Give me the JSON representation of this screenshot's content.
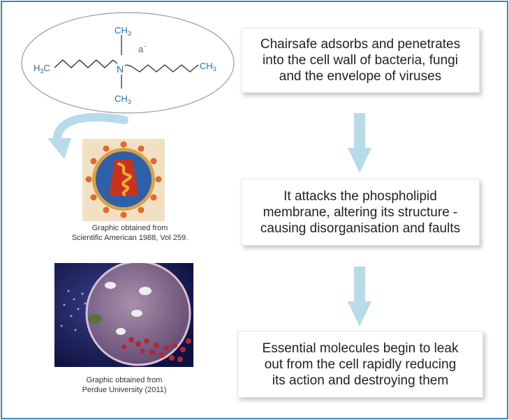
{
  "colors": {
    "frame": "#3d87c4",
    "arrow": "#b8dbea",
    "molecule": "#1e73b8",
    "ellipse_border": "#9a9a9a"
  },
  "molecule": {
    "ch3_top": "CH",
    "ch3_top_sub": "3",
    "anion": "a",
    "anion_charge": "-",
    "h3c_left_h": "H",
    "h3c_left_sub": "3",
    "h3c_left_c": "C",
    "nitrogen": "N",
    "nitrogen_charge": "+",
    "ch3_right": "CH",
    "ch3_right_sub": "3",
    "ch3_bottom": "CH",
    "ch3_bottom_sub": "3"
  },
  "steps": [
    {
      "text": "Chairsafe adsorbs and penetrates\ninto the cell wall of bacteria, fungi\nand the envelope of viruses"
    },
    {
      "text": "It attacks the phospholipid\nmembrane, altering its structure -\ncausing disorganisation and faults"
    },
    {
      "text": "Essential molecules begin to leak\nout from the cell rapidly reducing\nits action and destroying them"
    }
  ],
  "images": {
    "virus": {
      "caption": "Graphic obtained from\nScientific American 1988, Vol 259."
    },
    "cell": {
      "caption": "Graphic obtained from\nPerdue University (2011)"
    }
  },
  "icons": {
    "curved_arrow": "curved-arrow-icon",
    "down_arrow": "down-arrow-icon"
  }
}
